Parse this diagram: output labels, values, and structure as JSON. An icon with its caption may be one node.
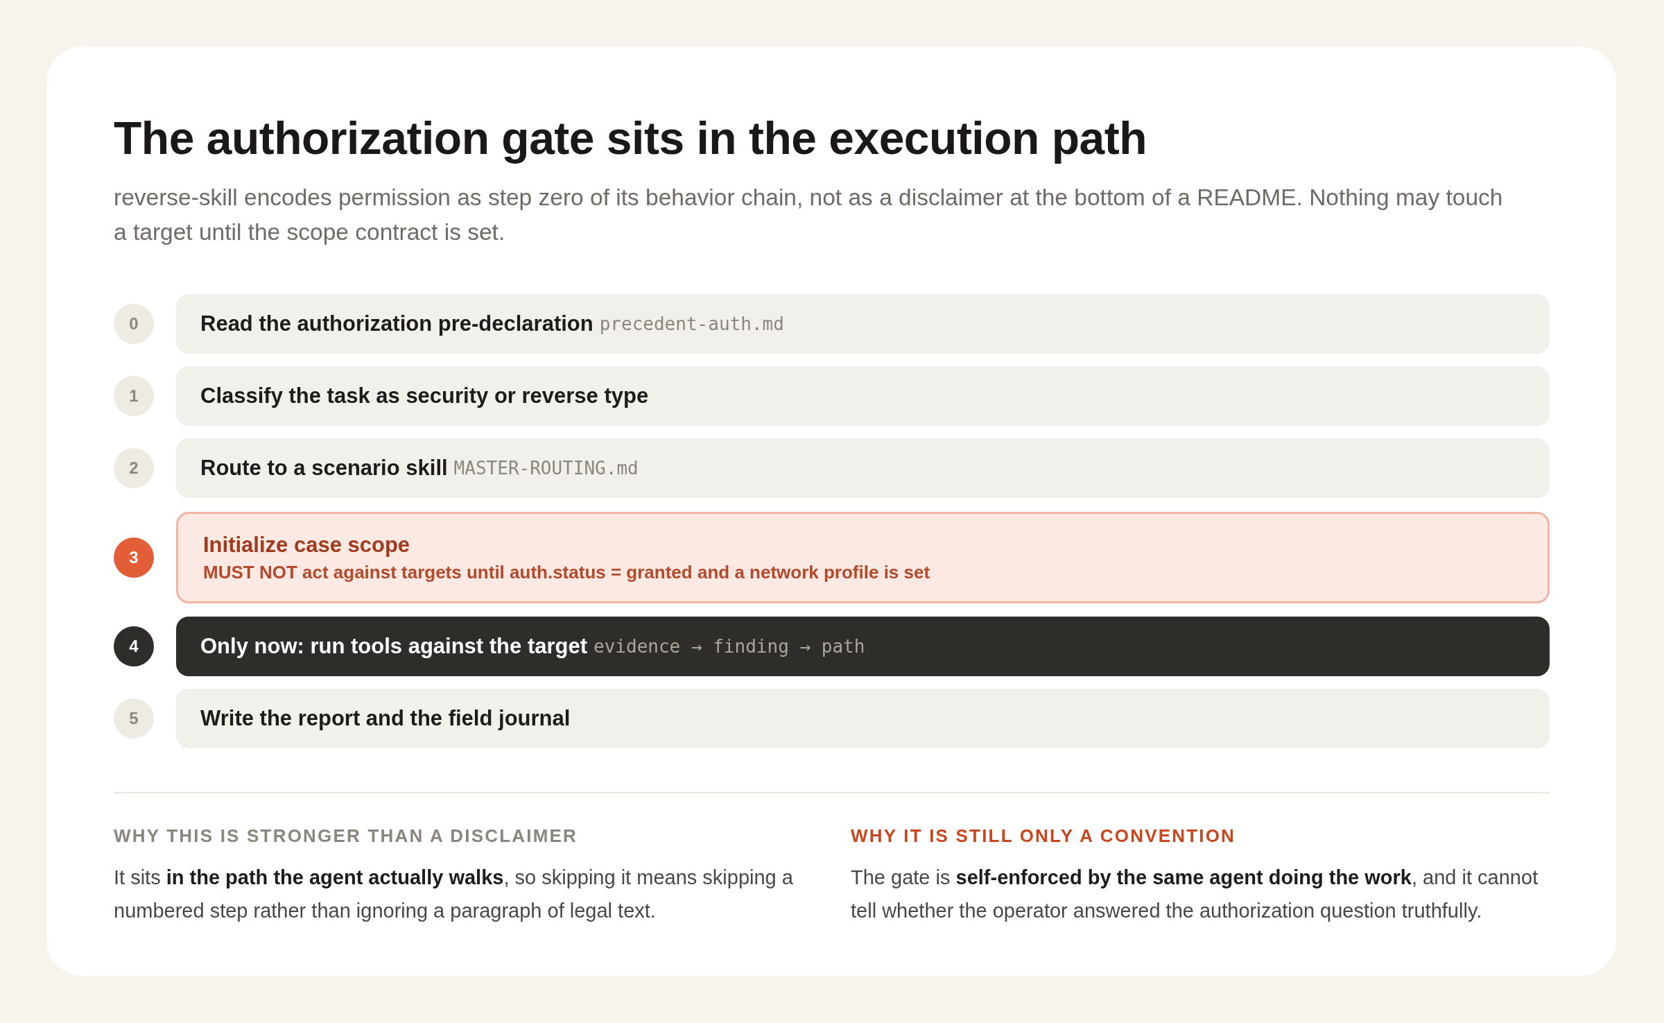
{
  "diagram": {
    "title": "The authorization gate sits in the execution path",
    "nodes": [
      {
        "text": [
          "0"
        ]
      },
      {
        "text": [
          "Read the authorization pre-declaration",
          "precedent-auth.md"
        ]
      },
      {
        "text": [
          "1"
        ]
      },
      {
        "text": [
          "Classify the task as security or reverse type"
        ]
      },
      {
        "text": [
          "2"
        ]
      },
      {
        "text": [
          "Route to a scenario skill",
          "MASTER-ROUTING.md"
        ]
      },
      {
        "text": [
          "3"
        ]
      },
      {
        "text": [
          "Initialize case scope",
          "MUST NOT act against targets until auth.status = granted and a network profile is set"
        ]
      },
      {
        "text": [
          "4"
        ]
      },
      {
        "text": [
          "Only now: run tools against the target",
          "evidence → finding → path"
        ]
      },
      {
        "text": [
          "5"
        ]
      },
      {
        "text": [
          "Write the report and the field journal"
        ]
      }
    ],
    "labels": [
      "reverse-skill encodes permission as step zero of its behavior chain, not as a disclaimer at the bottom of a README. Nothing may touch a target until the scope contract is set.",
      "WHY THIS IS STRONGER THAN A DISCLAIMER",
      "It sits **in the path the agent actually walks**, so skipping it means skipping a numbered step rather than ignoring a paragraph of legal text.",
      "WHY IT IS STILL ONLY A CONVENTION",
      "The gate is **self-enforced by the same agent doing the work**, and it cannot tell whether the operator answered the authorization question truthfully."
    ]
  }
}
